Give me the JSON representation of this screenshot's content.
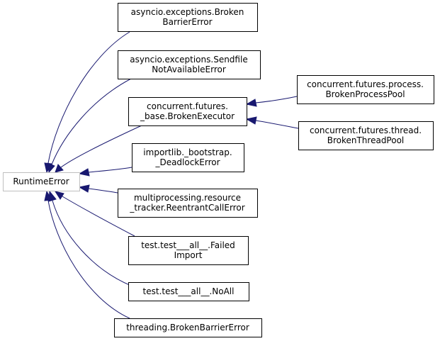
{
  "diagram": {
    "nodes": [
      {
        "id": "runtime",
        "lines": [
          "RuntimeError"
        ]
      },
      {
        "id": "broken-barrier",
        "lines": [
          "asyncio.exceptions.Broken",
          "BarrierError"
        ]
      },
      {
        "id": "sendfile",
        "lines": [
          "asyncio.exceptions.Sendfile",
          "NotAvailableError"
        ]
      },
      {
        "id": "broken-executor",
        "lines": [
          "concurrent.futures.",
          "_base.BrokenExecutor"
        ]
      },
      {
        "id": "deadlock",
        "lines": [
          "importlib._bootstrap.",
          "_DeadlockError"
        ]
      },
      {
        "id": "reentrant",
        "lines": [
          "multiprocessing.resource",
          "_tracker.ReentrantCallError"
        ]
      },
      {
        "id": "failed-import",
        "lines": [
          "test.test___all__.Failed",
          "Import"
        ]
      },
      {
        "id": "noall",
        "lines": [
          "test.test___all__.NoAll"
        ]
      },
      {
        "id": "threading-barrier",
        "lines": [
          "threading.BrokenBarrierError"
        ]
      },
      {
        "id": "process-pool",
        "lines": [
          "concurrent.futures.process.",
          "BrokenProcessPool"
        ]
      },
      {
        "id": "thread-pool",
        "lines": [
          "concurrent.futures.thread.",
          "BrokenThreadPool"
        ]
      }
    ],
    "edges": [
      {
        "from": "broken-barrier",
        "to": "runtime"
      },
      {
        "from": "sendfile",
        "to": "runtime"
      },
      {
        "from": "broken-executor",
        "to": "runtime"
      },
      {
        "from": "deadlock",
        "to": "runtime"
      },
      {
        "from": "reentrant",
        "to": "runtime"
      },
      {
        "from": "failed-import",
        "to": "runtime"
      },
      {
        "from": "noall",
        "to": "runtime"
      },
      {
        "from": "threading-barrier",
        "to": "runtime"
      },
      {
        "from": "process-pool",
        "to": "broken-executor"
      },
      {
        "from": "thread-pool",
        "to": "broken-executor"
      }
    ]
  }
}
